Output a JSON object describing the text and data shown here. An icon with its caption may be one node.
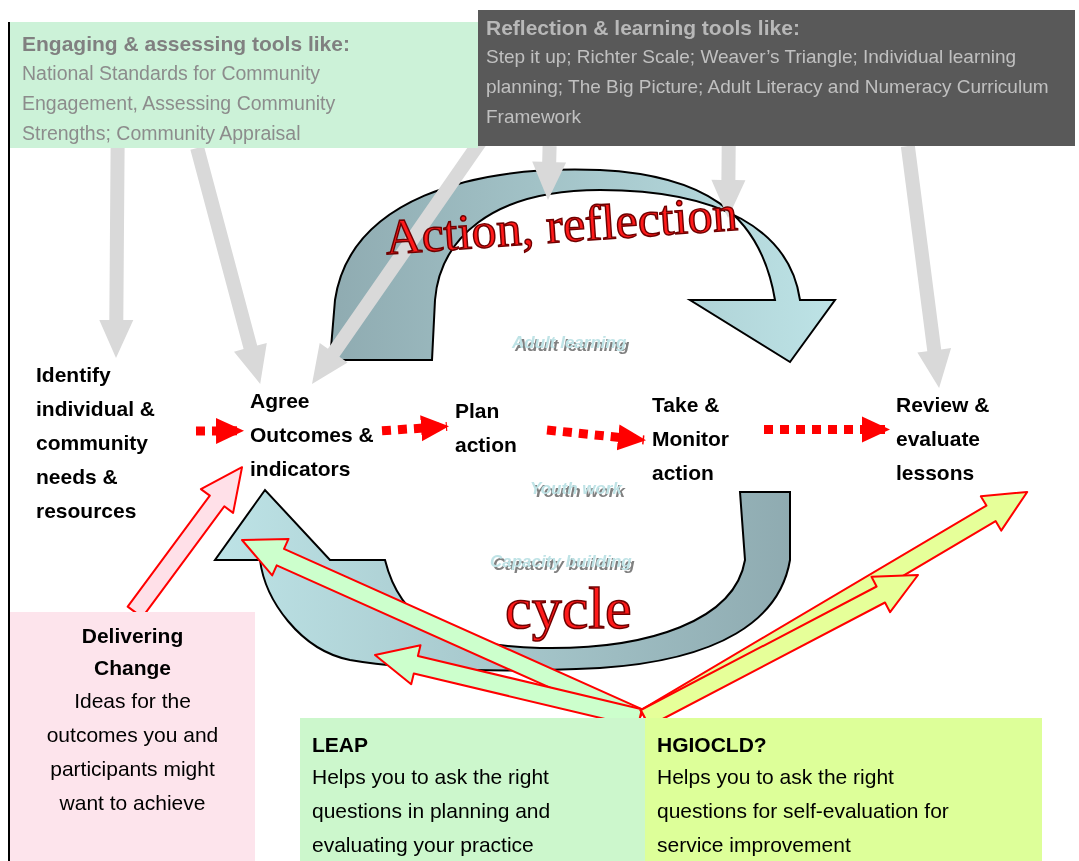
{
  "diagram": {
    "nodes": [
      {
        "text": [
          "Engaging & assessing tools like:",
          "National Standards for Community Engagement, Assessing Community Strengths; Community Appraisal"
        ]
      },
      {
        "text": [
          "Reflection & learning tools like:",
          "Step it up; Richter Scale; Weaver’s Triangle; Individual learning planning; The Big Picture; Adult Literacy and Numeracy Curriculum Framework"
        ]
      },
      {
        "text": [
          "Identify individual & community needs & resources"
        ]
      },
      {
        "text": [
          "Agree Outcomes & indicators"
        ]
      },
      {
        "text": [
          "Plan action"
        ]
      },
      {
        "text": [
          "Take & Monitor action"
        ]
      },
      {
        "text": [
          "Review & evaluate lessons"
        ]
      },
      {
        "text": [
          "Delivering Change",
          "Ideas for the outcomes you and participants might want to achieve"
        ]
      },
      {
        "text": [
          "LEAP",
          "Helps you to ask the right questions in planning and evaluating your practice"
        ]
      },
      {
        "text": [
          "HGIOCLD?",
          "Helps you to ask the right questions for self-evaluation for service improvement"
        ]
      }
    ],
    "edges": [
      {
        "from": 0,
        "to": 2,
        "arrow": "to"
      },
      {
        "from": 0,
        "to": 3,
        "arrow": "to"
      },
      {
        "from": 1,
        "to": 3,
        "arrow": "to"
      },
      {
        "from": 1,
        "to": null,
        "arrow": "to"
      },
      {
        "from": 1,
        "to": null,
        "arrow": "to"
      },
      {
        "from": 1,
        "to": 6,
        "arrow": "to"
      },
      {
        "from": 2,
        "to": 3,
        "arrow": "to",
        "style": "dashed",
        "color": "#ff0000"
      },
      {
        "from": 3,
        "to": 4,
        "arrow": "to",
        "style": "dashed",
        "color": "#ff0000"
      },
      {
        "from": 4,
        "to": 5,
        "arrow": "to",
        "style": "dashed",
        "color": "#ff0000"
      },
      {
        "from": 5,
        "to": 6,
        "arrow": "to",
        "style": "dashed",
        "color": "#ff0000"
      },
      {
        "from": 7,
        "to": 3,
        "arrow": "to",
        "color": "#ffe0e8"
      },
      {
        "from": 8,
        "to": null,
        "arrow": "to",
        "color": "#ccffcc"
      },
      {
        "from": 8,
        "to": null,
        "arrow": "to",
        "color": "#ccffcc"
      },
      {
        "from": 9,
        "to": 6,
        "arrow": "to",
        "color": "#e6ff99"
      },
      {
        "from": 9,
        "to": null,
        "arrow": "to",
        "color": "#e6ff99"
      }
    ],
    "labels": [
      "Action, reflection",
      "Adult learning",
      "Youth work",
      "Capacity building",
      "cycle"
    ]
  }
}
